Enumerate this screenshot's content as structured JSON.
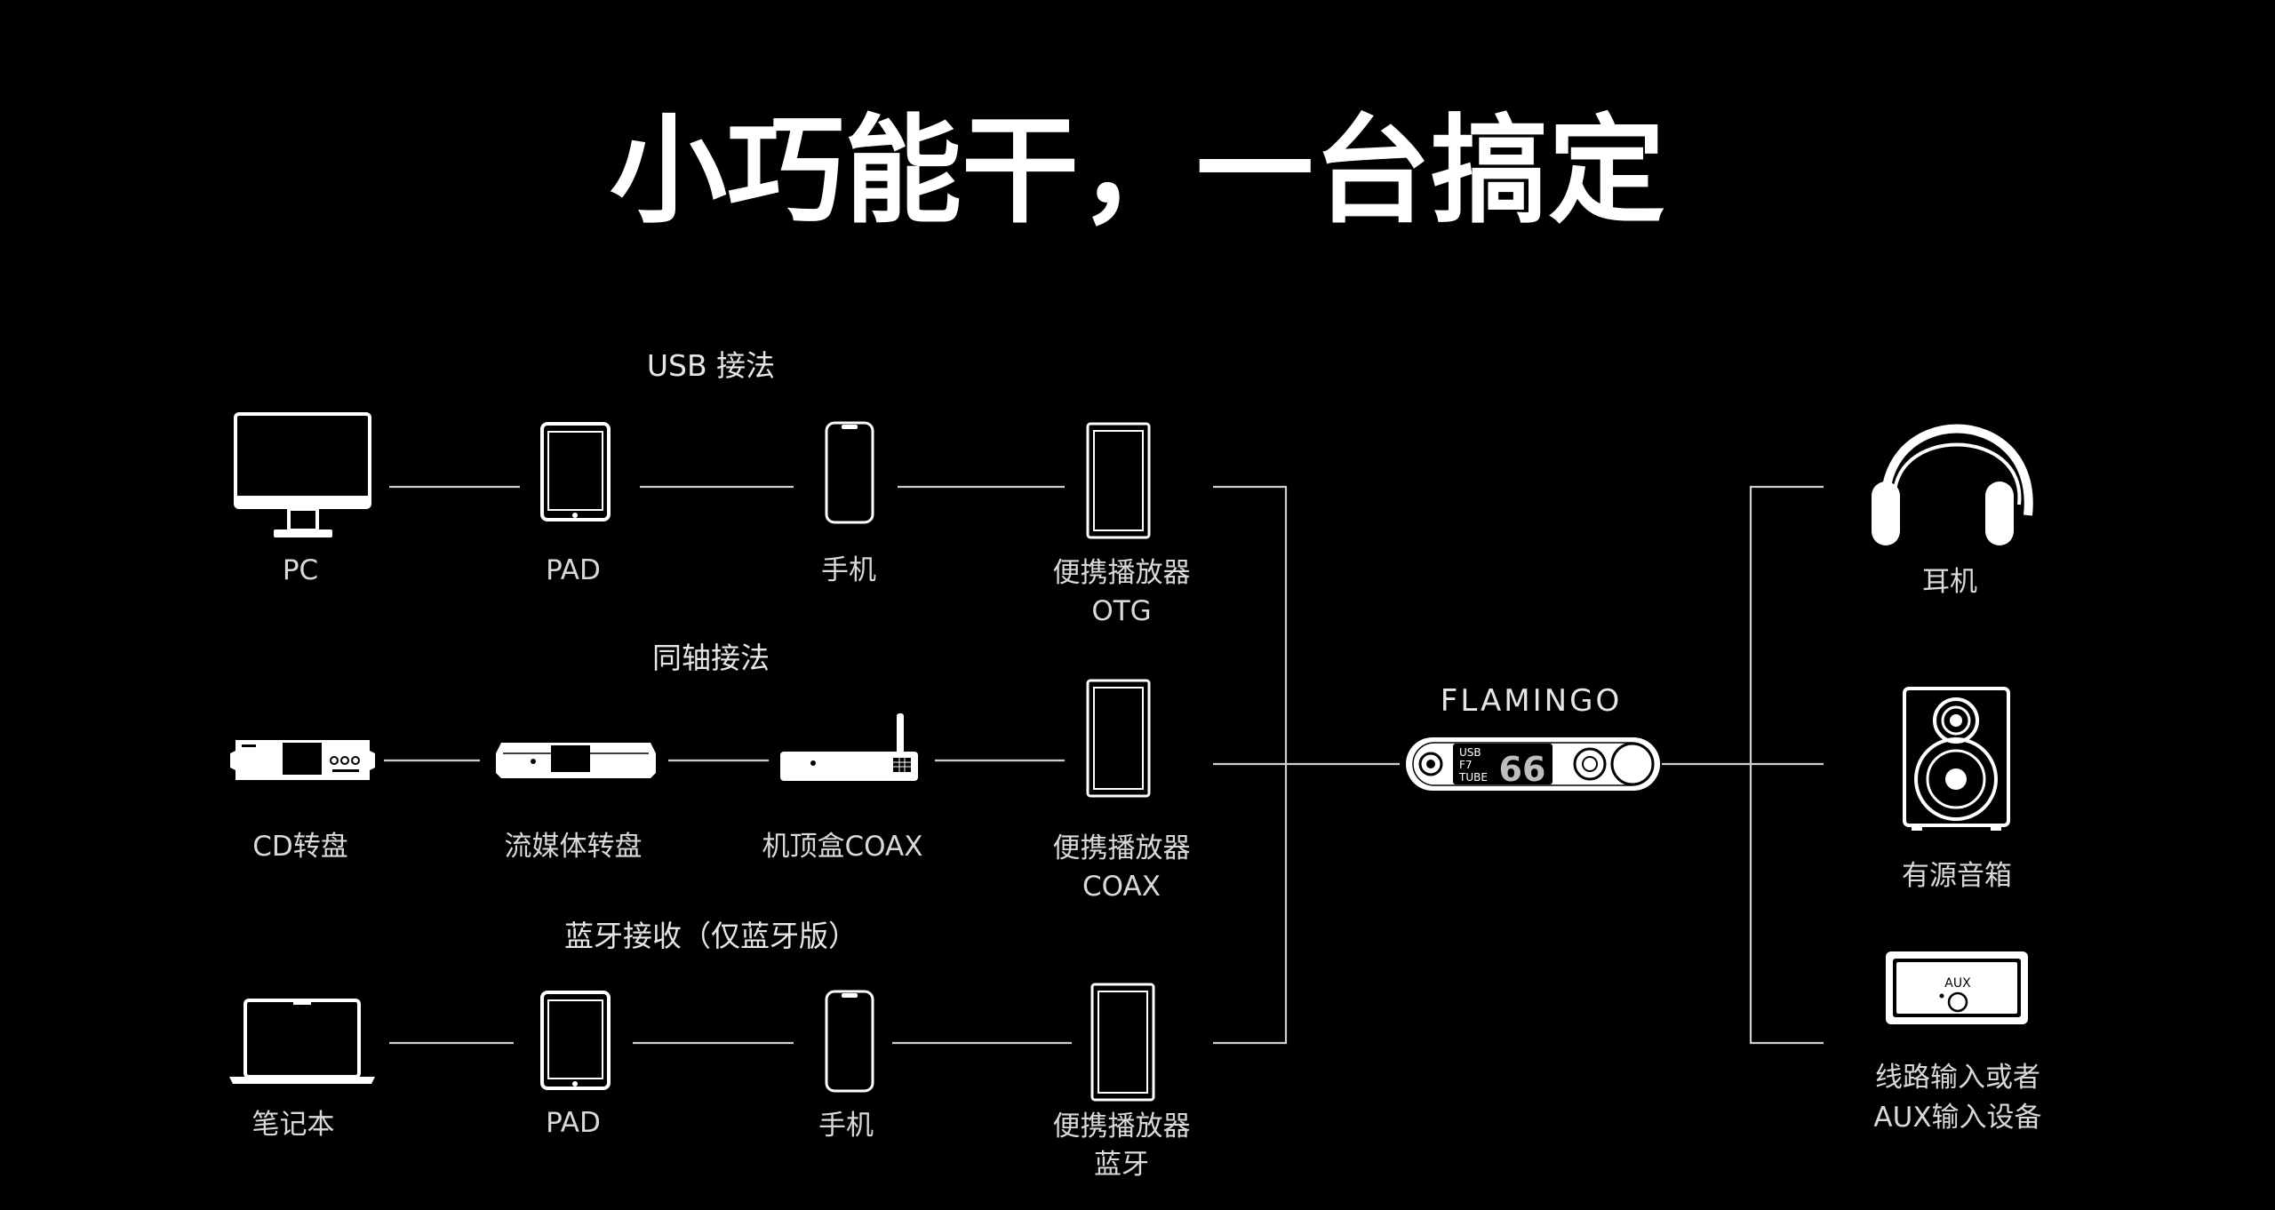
{
  "title": "小巧能干，一台搞定",
  "hub": {
    "label": "FLAMINGO",
    "display_tags": [
      "USB",
      "F7",
      "TUBE"
    ],
    "display_value": "66"
  },
  "sections": {
    "usb": "USB 接法",
    "coax": "同轴接法",
    "bluetooth": "蓝牙接收（仅蓝牙版）"
  },
  "rows": {
    "usb": {
      "pc": "PC",
      "pad": "PAD",
      "phone": "手机",
      "player_line1": "便携播放器",
      "player_line2": "OTG"
    },
    "coax": {
      "cd": "CD转盘",
      "streamer": "流媒体转盘",
      "stb": "机顶盒COAX",
      "player_line1": "便携播放器",
      "player_line2": "COAX"
    },
    "bluetooth": {
      "laptop": "笔记本",
      "pad": "PAD",
      "phone": "手机",
      "player_line1": "便携播放器",
      "player_line2": "蓝牙"
    }
  },
  "outputs": {
    "headphones": "耳机",
    "speaker": "有源音箱",
    "aux_line1": "线路输入或者",
    "aux_line2": "AUX输入设备",
    "aux_device_label": "AUX"
  },
  "icons": {
    "pc": "monitor-icon",
    "pad": "tablet-icon",
    "phone": "smartphone-icon",
    "player": "portable-player-icon",
    "cd": "cd-transport-icon",
    "streamer": "streamer-icon",
    "stb": "set-top-box-icon",
    "laptop": "laptop-icon",
    "headphones": "headphones-icon",
    "speaker": "speaker-icon",
    "aux": "aux-device-icon",
    "hub": "flamingo-dac-icon"
  },
  "colors": {
    "background": "#000000",
    "foreground": "#ffffff",
    "line": "#cfcfcf"
  }
}
